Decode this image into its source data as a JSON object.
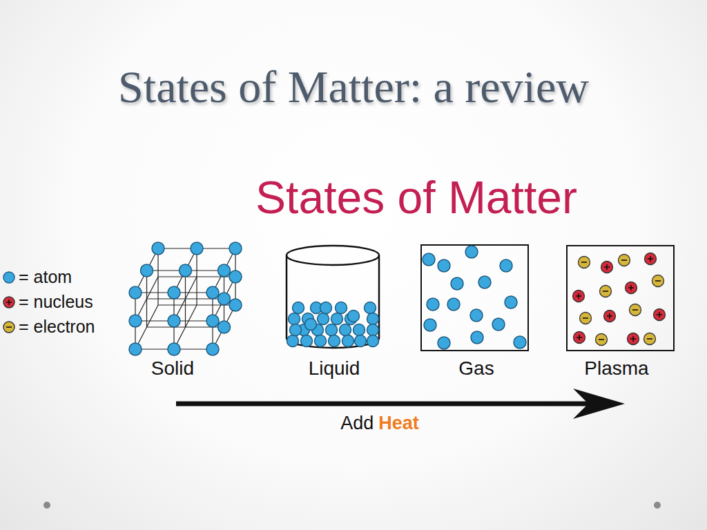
{
  "diagram": {
    "title": "States of Matter: a review",
    "labels": [
      "States of Matter",
      "Solid",
      "Liquid",
      "Gas",
      "Plasma",
      "Add",
      "Heat"
    ],
    "legend": [
      {
        "text": "= atom",
        "color": "#3aa8df"
      },
      {
        "text": "= nucleus",
        "color": "#d42a3a"
      },
      {
        "text": "= electron",
        "color": "#d6b63a"
      }
    ]
  }
}
